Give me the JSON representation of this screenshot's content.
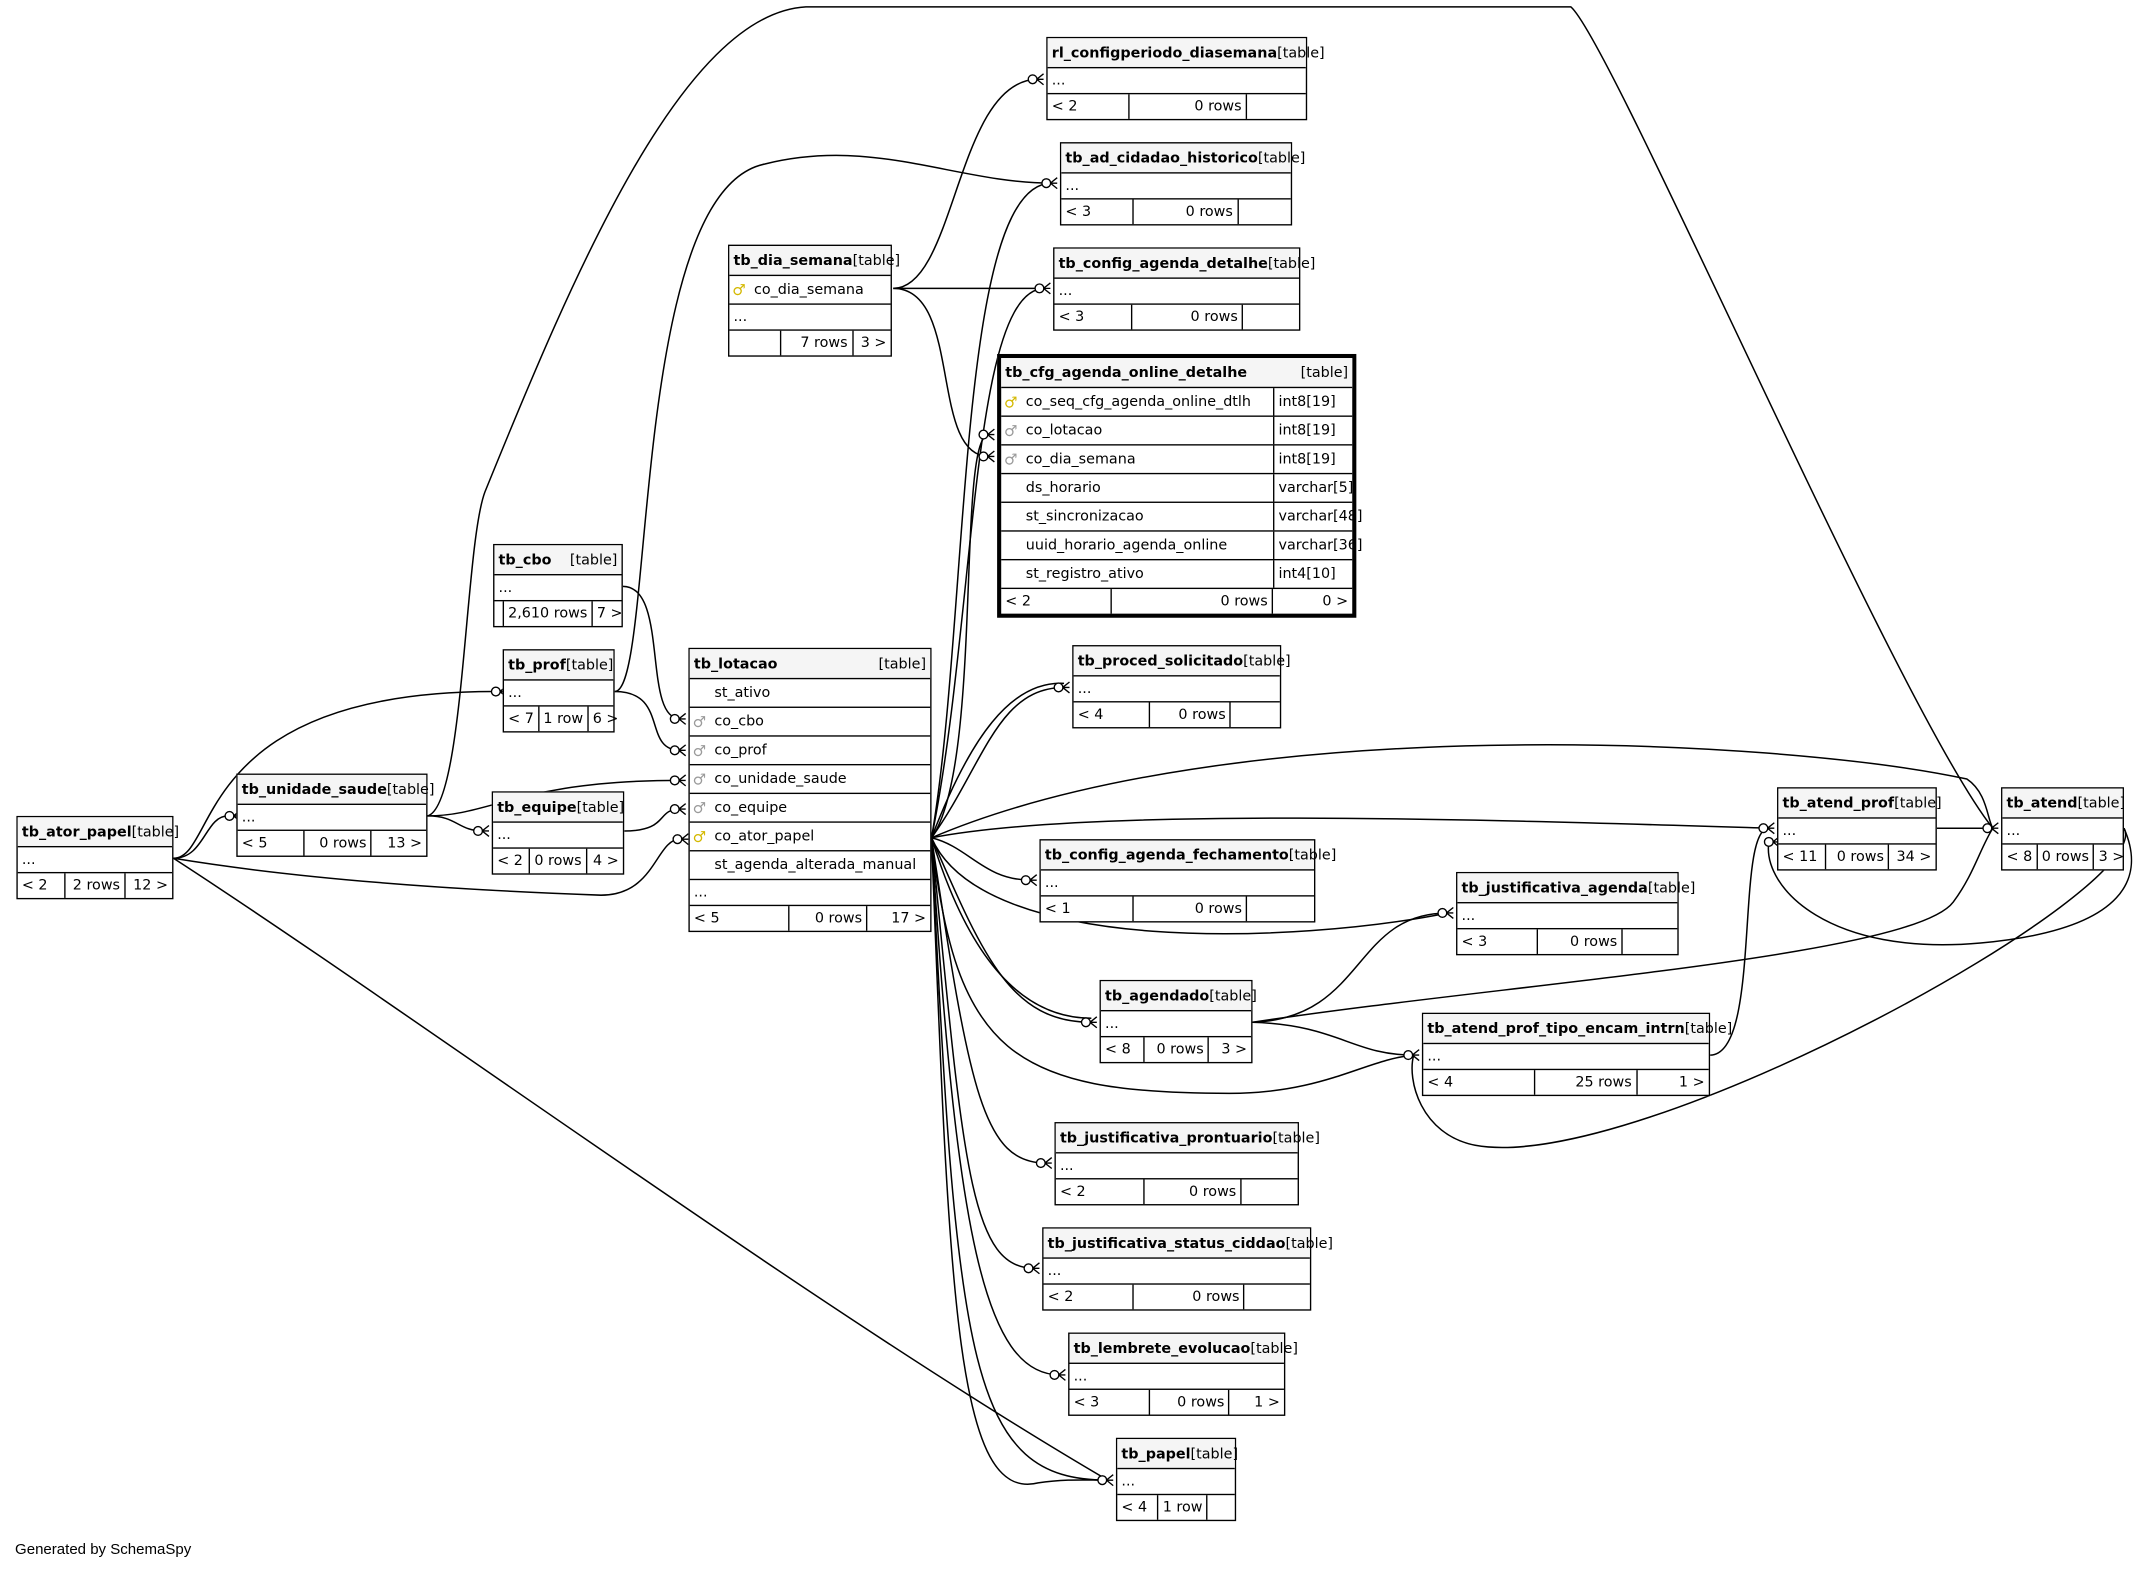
{
  "footer": {
    "generated_by": "Generated by SchemaSpy"
  },
  "diagram": {
    "tables": [
      {
        "id": "rl_configperiodo_diasemana",
        "name": "rl_configperiodo_diasemana",
        "kind": "[table]",
        "columns": [],
        "ellipsis": "...",
        "parents": "< 2",
        "rows": "0 rows",
        "children": ""
      },
      {
        "id": "tb_ad_cidadao_historico",
        "name": "tb_ad_cidadao_historico",
        "kind": "[table]",
        "columns": [],
        "ellipsis": "...",
        "parents": "< 3",
        "rows": "0 rows",
        "children": ""
      },
      {
        "id": "tb_config_agenda_detalhe",
        "name": "tb_config_agenda_detalhe",
        "kind": "[table]",
        "columns": [],
        "ellipsis": "...",
        "parents": "< 3",
        "rows": "0 rows",
        "children": ""
      },
      {
        "id": "tb_dia_semana",
        "name": "tb_dia_semana",
        "kind": "[table]",
        "columns": [
          {
            "name": "co_dia_semana",
            "key": "pk",
            "type": ""
          }
        ],
        "ellipsis": "...",
        "parents": "",
        "rows": "7 rows",
        "children": "3 >"
      },
      {
        "id": "tb_cfg_agenda_online_detalhe",
        "name": "tb_cfg_agenda_online_detalhe",
        "kind": "[table]",
        "focus": true,
        "columns": [
          {
            "name": "co_seq_cfg_agenda_online_dtlh",
            "key": "pk",
            "type": "int8[19]"
          },
          {
            "name": "co_lotacao",
            "key": "fk",
            "type": "int8[19]"
          },
          {
            "name": "co_dia_semana",
            "key": "fk",
            "type": "int8[19]"
          },
          {
            "name": "ds_horario",
            "key": "",
            "type": "varchar[5]"
          },
          {
            "name": "st_sincronizacao",
            "key": "",
            "type": "varchar[48]"
          },
          {
            "name": "uuid_horario_agenda_online",
            "key": "",
            "type": "varchar[36]"
          },
          {
            "name": "st_registro_ativo",
            "key": "",
            "type": "int4[10]"
          }
        ],
        "ellipsis": "",
        "parents": "< 2",
        "rows": "0 rows",
        "children": "0 >"
      },
      {
        "id": "tb_cbo",
        "name": "tb_cbo",
        "kind": "[table]",
        "columns": [],
        "ellipsis": "...",
        "parents": "",
        "rows": "2,610 rows",
        "children": "7 >"
      },
      {
        "id": "tb_prof",
        "name": "tb_prof",
        "kind": "[table]",
        "columns": [],
        "ellipsis": "...",
        "parents": "< 7",
        "rows": "1 row",
        "children": "6 >"
      },
      {
        "id": "tb_lotacao",
        "name": "tb_lotacao",
        "kind": "[table]",
        "columns": [
          {
            "name": "st_ativo",
            "key": "",
            "type": ""
          },
          {
            "name": "co_cbo",
            "key": "fk",
            "type": ""
          },
          {
            "name": "co_prof",
            "key": "fk",
            "type": ""
          },
          {
            "name": "co_unidade_saude",
            "key": "fk",
            "type": ""
          },
          {
            "name": "co_equipe",
            "key": "fk",
            "type": ""
          },
          {
            "name": "co_ator_papel",
            "key": "pk",
            "type": ""
          },
          {
            "name": "st_agenda_alterada_manual",
            "key": "",
            "type": ""
          }
        ],
        "ellipsis": "...",
        "parents": "< 5",
        "rows": "0 rows",
        "children": "17 >"
      },
      {
        "id": "tb_unidade_saude",
        "name": "tb_unidade_saude",
        "kind": "[table]",
        "columns": [],
        "ellipsis": "...",
        "parents": "< 5",
        "rows": "0 rows",
        "children": "13 >"
      },
      {
        "id": "tb_equipe",
        "name": "tb_equipe",
        "kind": "[table]",
        "columns": [],
        "ellipsis": "...",
        "parents": "< 2",
        "rows": "0 rows",
        "children": "4 >"
      },
      {
        "id": "tb_ator_papel",
        "name": "tb_ator_papel",
        "kind": "[table]",
        "columns": [],
        "ellipsis": "...",
        "parents": "< 2",
        "rows": "2 rows",
        "children": "12 >"
      },
      {
        "id": "tb_proced_solicitado",
        "name": "tb_proced_solicitado",
        "kind": "[table]",
        "columns": [],
        "ellipsis": "...",
        "parents": "< 4",
        "rows": "0 rows",
        "children": ""
      },
      {
        "id": "tb_config_agenda_fechamento",
        "name": "tb_config_agenda_fechamento",
        "kind": "[table]",
        "columns": [],
        "ellipsis": "...",
        "parents": "< 1",
        "rows": "0 rows",
        "children": ""
      },
      {
        "id": "tb_justificativa_agenda",
        "name": "tb_justificativa_agenda",
        "kind": "[table]",
        "columns": [],
        "ellipsis": "...",
        "parents": "< 3",
        "rows": "0 rows",
        "children": ""
      },
      {
        "id": "tb_atend_prof",
        "name": "tb_atend_prof",
        "kind": "[table]",
        "columns": [],
        "ellipsis": "...",
        "parents": "< 11",
        "rows": "0 rows",
        "children": "34 >"
      },
      {
        "id": "tb_atend",
        "name": "tb_atend",
        "kind": "[table]",
        "columns": [],
        "ellipsis": "...",
        "parents": "< 8",
        "rows": "0 rows",
        "children": "3 >"
      },
      {
        "id": "tb_agendado",
        "name": "tb_agendado",
        "kind": "[table]",
        "columns": [],
        "ellipsis": "...",
        "parents": "< 8",
        "rows": "0 rows",
        "children": "3 >"
      },
      {
        "id": "tb_atend_prof_tipo_encam_intrn",
        "name": "tb_atend_prof_tipo_encam_intrn",
        "kind": "[table]",
        "columns": [],
        "ellipsis": "...",
        "parents": "< 4",
        "rows": "25 rows",
        "children": "1 >"
      },
      {
        "id": "tb_justificativa_prontuario",
        "name": "tb_justificativa_prontuario",
        "kind": "[table]",
        "columns": [],
        "ellipsis": "...",
        "parents": "< 2",
        "rows": "0 rows",
        "children": ""
      },
      {
        "id": "tb_justificativa_status_ciddao",
        "name": "tb_justificativa_status_ciddao",
        "kind": "[table]",
        "columns": [],
        "ellipsis": "...",
        "parents": "< 2",
        "rows": "0 rows",
        "children": ""
      },
      {
        "id": "tb_lembrete_evolucao",
        "name": "tb_lembrete_evolucao",
        "kind": "[table]",
        "columns": [],
        "ellipsis": "...",
        "parents": "< 3",
        "rows": "0 rows",
        "children": "1 >"
      },
      {
        "id": "tb_papel",
        "name": "tb_papel",
        "kind": "[table]",
        "columns": [],
        "ellipsis": "...",
        "parents": "< 4",
        "rows": "1 row",
        "children": ""
      }
    ],
    "relationships": [
      {
        "from": "tb_dia_semana",
        "to": "rl_configperiodo_diasemana"
      },
      {
        "from": "tb_dia_semana",
        "to": "tb_config_agenda_detalhe"
      },
      {
        "from": "tb_dia_semana",
        "to": "tb_cfg_agenda_online_detalhe"
      },
      {
        "from": "tb_lotacao",
        "to": "tb_cfg_agenda_online_detalhe"
      },
      {
        "from": "tb_lotacao",
        "to": "tb_ad_cidadao_historico"
      },
      {
        "from": "tb_lotacao",
        "to": "tb_config_agenda_detalhe"
      },
      {
        "from": "tb_lotacao",
        "to": "tb_proced_solicitado"
      },
      {
        "from": "tb_lotacao",
        "to": "tb_config_agenda_fechamento"
      },
      {
        "from": "tb_lotacao",
        "to": "tb_justificativa_agenda"
      },
      {
        "from": "tb_lotacao",
        "to": "tb_atend_prof"
      },
      {
        "from": "tb_lotacao",
        "to": "tb_atend"
      },
      {
        "from": "tb_lotacao",
        "to": "tb_agendado"
      },
      {
        "from": "tb_lotacao",
        "to": "tb_atend_prof_tipo_encam_intrn"
      },
      {
        "from": "tb_lotacao",
        "to": "tb_justificativa_prontuario"
      },
      {
        "from": "tb_lotacao",
        "to": "tb_justificativa_status_ciddao"
      },
      {
        "from": "tb_lotacao",
        "to": "tb_lembrete_evolucao"
      },
      {
        "from": "tb_lotacao",
        "to": "tb_papel"
      },
      {
        "from": "tb_cbo",
        "to": "tb_lotacao"
      },
      {
        "from": "tb_prof",
        "to": "tb_lotacao"
      },
      {
        "from": "tb_prof",
        "to": "tb_ad_cidadao_historico"
      },
      {
        "from": "tb_unidade_saude",
        "to": "tb_lotacao"
      },
      {
        "from": "tb_unidade_saude",
        "to": "tb_equipe"
      },
      {
        "from": "tb_unidade_saude",
        "to": "tb_atend"
      },
      {
        "from": "tb_equipe",
        "to": "tb_lotacao"
      },
      {
        "from": "tb_ator_papel",
        "to": "tb_lotacao"
      },
      {
        "from": "tb_ator_papel",
        "to": "tb_prof"
      },
      {
        "from": "tb_ator_papel",
        "to": "tb_unidade_saude"
      },
      {
        "from": "tb_ator_papel",
        "to": "tb_papel"
      },
      {
        "from": "tb_atend_prof",
        "to": "tb_atend"
      },
      {
        "from": "tb_agendado",
        "to": "tb_atend"
      },
      {
        "from": "tb_agendado",
        "to": "tb_atend_prof_tipo_encam_intrn"
      },
      {
        "from": "tb_agendado",
        "to": "tb_justificativa_agenda"
      },
      {
        "from": "tb_atend_prof_tipo_encam_intrn",
        "to": "tb_atend_prof"
      },
      {
        "from": "tb_atend",
        "to": "tb_atend_prof_tipo_encam_intrn"
      }
    ]
  }
}
